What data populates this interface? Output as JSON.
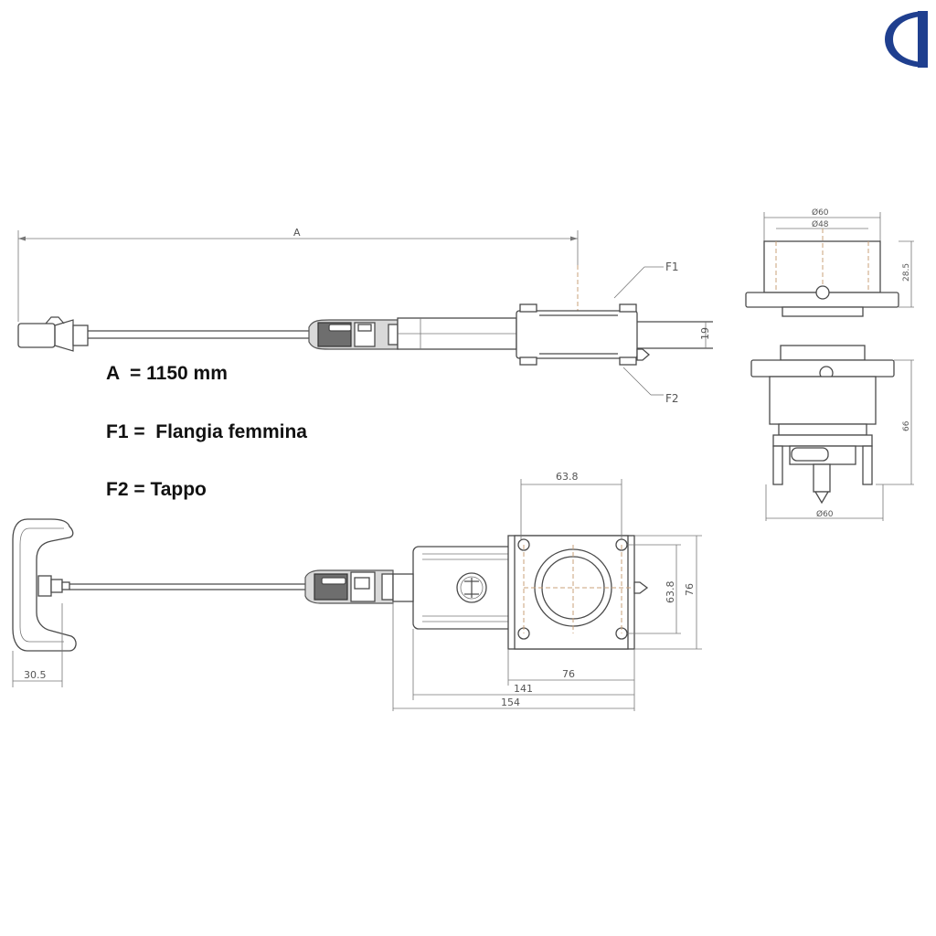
{
  "notes": {
    "a": "A  = 1150 mm",
    "f1": "F1 =  Flangia femmina",
    "f2": "F2 = Tappo"
  },
  "dimensions": {
    "A": "A",
    "d19": "19",
    "d63_8_top": "63.8",
    "d63_8_side": "63.8",
    "d76_side": "76",
    "d76_bottom": "76",
    "d141": "141",
    "d154": "154",
    "d30_5": "30.5",
    "dia60_top": "Ø60",
    "dia48": "Ø48",
    "d28_5": "28.5",
    "d66": "66",
    "dia60_bottom": "Ø60"
  },
  "callouts": {
    "f1": "F1",
    "f2": "F2"
  },
  "colors": {
    "line": "#4a4a4a",
    "centerline": "#c9a27a",
    "logo": "#1f3f8f"
  }
}
